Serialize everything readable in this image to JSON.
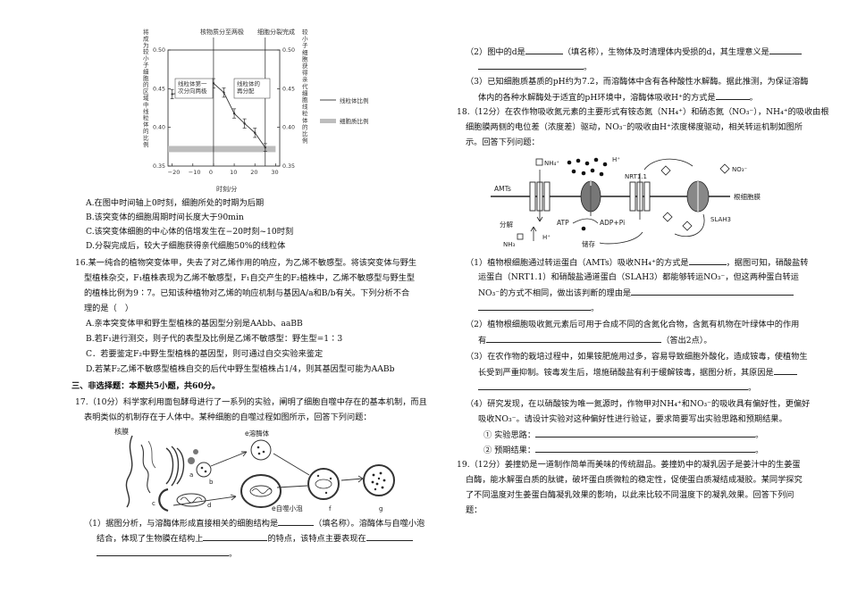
{
  "q15": {
    "figure": {
      "y_axis_left_label": "将成为较小子细胞的区域中线粒体的比例",
      "y_axis_right_label": "较小子细胞获得亲代细胞线粒体的比例",
      "x_axis_label": "时刻/分",
      "top_label_1": "核物质分至两极",
      "top_label_2": "细胞分裂完成",
      "phase_label_1": "线粒体第一次分向两极",
      "phase_label_2": "线粒体的再分配",
      "legend_mito": "线粒体比例",
      "legend_cyto": "细胞质比例"
    },
    "options": [
      "A.在图中时间轴上0时刻，细胞所处的时期为后期",
      "B.该突变体的细胞周期时间长度大于90min",
      "C.该突变体细胞的中心体的倍增发生在−20时刻~10时刻",
      "D.分裂完成后，较大子细胞获得亲代细胞50%的线粒体"
    ]
  },
  "chart_data": {
    "type": "line",
    "title": "",
    "xlabel": "时刻/分",
    "ylabel": "将成为较小子细胞的区域中线粒体的比例",
    "y2label": "较小子细胞获得亲代细胞线粒体的比例",
    "xlim": [
      -22,
      32
    ],
    "ylim": [
      0.35,
      0.5
    ],
    "y2lim": [
      0.35,
      0.5
    ],
    "x_ticks": [
      -20,
      -10,
      0,
      10,
      20,
      30
    ],
    "y_ticks": [
      0.35,
      0.4,
      0.45,
      0.5
    ],
    "y_tick_labels": [
      "0.35",
      "0.40",
      "0.45",
      "0.50"
    ],
    "series": [
      {
        "name": "线粒体比例",
        "x": [
          -20,
          -15,
          -10,
          -5,
          0,
          5,
          10,
          15,
          20,
          25
        ],
        "y": [
          0.443,
          0.445,
          0.447,
          0.451,
          0.457,
          0.445,
          0.418,
          0.405,
          0.393,
          0.374
        ],
        "err": [
          0.006,
          0.006,
          0.006,
          0.006,
          0.006,
          0.006,
          0.006,
          0.006,
          0.006,
          0.005
        ]
      },
      {
        "name": "细胞质比例",
        "band": [
          0.368,
          0.376
        ],
        "x_end": 30
      }
    ],
    "annotations": [
      "核物质分至两极",
      "细胞分裂完成",
      "线粒体第一次分向两极",
      "线粒体的再分配"
    ],
    "vlines": [
      0,
      25
    ],
    "grid": false,
    "legend": "right"
  },
  "q16": {
    "lines": [
      "16.某一纯合的植物突变体甲，失去了对乙烯作用的响应，为乙烯不敏感型。将该突变体与野生",
      "型植株杂交，F₁植株表现为乙烯不敏感型，F₁自交产生的F₂植株中，乙烯不敏感型与野生型",
      "的植株比例为9∶7。已知该种植物对乙烯的响应机制与基因A/a和B/b有关。下列分析不合",
      "理的是（　）"
    ],
    "options": [
      "A.亲本突变体甲和野生型植株的基因型分别是AAbb、aaBB",
      "B.若F₁进行测交，则子代的表型及比例是乙烯不敏感型：野生型=1∶3",
      "C．若要鉴定F₂中野生型植株的基因型，则可通过自交实验来鉴定",
      "D.若某F₂乙烯不敏感型植株自交的后代中野生型植株占1/4，则其基因型可能为AABb"
    ]
  },
  "section3": {
    "title": "三、非选择题：本题共5小题，共60分。"
  },
  "q17": {
    "lines": [
      "17.（10分）科学家利用面包酵母进行了一系列的实验，阐明了细胞自噬中存在的基本机制，而且",
      "表明类似的机制存在于人体中。某种细胞的自噬过程如图所示，回答下列问题："
    ],
    "figure": {
      "label_nucleus": "核膜",
      "label_lysosome": "e溶酶体",
      "label_vesicle": "e自噬小泡",
      "label_a": "a",
      "label_b": "b",
      "label_c": "c",
      "label_d": "d",
      "label_f": "f",
      "label_g": "g"
    },
    "sub1_line1_pre": "（1）据图分析，与溶酶体形成直接相关的细胞结构是",
    "sub1_line1_post": "（填名称）。溶酶体与自噬小泡",
    "sub1_line2_pre": "结合，体现了生物膜在结构上",
    "sub1_line2_mid": "的特点，该特点主要表现在",
    "sub1_line3_post": "。",
    "sub2_line1_pre": "（2）图中的d是",
    "sub2_line1_mid": "（填名称），生物体及时清理体内受损的d，其生理意义是",
    "sub2_line2_post": "。",
    "sub3_line1": "（3）已知细胞质基质的pH约为7.2，而溶酶体中含有各种酸性水解酶。据此推测，为保证溶酶",
    "sub3_line2_pre": "体内的各种水解酶处于适宜的pH环境中，溶酶体吸收H⁺的方式是",
    "sub3_line2_post": "。"
  },
  "q18": {
    "lines": [
      "18.（12分）在农作物吸收氮元素的主要形式有铵态氮（NH₄⁺）和硝态氮（NO₃⁻），NH₄⁺的吸收由根",
      "细胞膜两侧的电位差（浓度差）驱动，NO₃⁻的吸收由H⁺浓度梯度驱动，相关转运机制如图所",
      "示。回答下列问题："
    ],
    "figure": {
      "label_nh4": "NH₄⁺",
      "label_hplus_top": "H⁺",
      "label_nrt": "NRT1.1",
      "label_no3": "NO₃⁻",
      "label_amts": "AMTs",
      "label_membrane": "根细胞膜",
      "label_atp": "ATP",
      "label_adp": "ADP+Pi",
      "label_hplus_bottom": "H⁺",
      "label_slah3": "SLAH3",
      "label_decompose": "分解",
      "label_nh3": "NH₃",
      "label_storage": "储存"
    },
    "sub1_line1_pre": "（1）植物根细胞通过转运蛋白（AMTs）吸收NH₄⁺的方式是",
    "sub1_line1_post": "，据图可知，硝酸盐转",
    "sub1_line2": "运蛋白（NRT1.1）和硝酸盐通道蛋白（SLAH3）都能够转运NO₃⁻，但这两种蛋白转运",
    "sub1_line3_pre": "NO₃⁻的方式不相同，做出该判断的理由是",
    "sub1_line4_post": "。",
    "sub2_line1": "（2）植物根细胞吸收氮元素后可用于合成不同的含氮化合物，含氮有机物在叶绿体中的作用",
    "sub2_line2_pre": "有",
    "sub2_line2_post": "（答出2点）。",
    "sub3_line1": "（3）在农作物的栽培过程中，如果铵肥施用过多，容易导致细胞外酸化，造成铵毒，使植物生",
    "sub3_line2_pre": "长受到严重抑制。铵毒发生后，增施硝酸盐有利于缓解铵毒，据图分析，其原因是",
    "sub3_line3_post": "。",
    "sub4_line1": "（4）研究发现，在以硝酸铵为唯一氮源时，作物甲对NH₄⁺和NO₃⁻的吸收具有偏好性，更偏好",
    "sub4_line2": "吸收NO₃⁻。请设计实验对这种偏好性进行验证，要求简要写出实验思路和预期结果。",
    "sub4_idea": "① 实验思路：",
    "sub4_result": "② 预期结果：",
    "period": "。"
  },
  "q19": {
    "lines": [
      "19.（12分）姜撞奶是一道制作简单而美味的传统甜品。姜撞奶中的凝乳因子是姜汁中的生姜蛋",
      "白酶，能水解蛋白质的肽键，破坏蛋白质微粒的稳定性，促使蛋白质凝结成凝胶。某同学探究",
      "了不同温度对生姜蛋白酶凝乳效果的影响，以此来比较不同温度下的凝乳效果。回答下列问",
      "题："
    ]
  }
}
